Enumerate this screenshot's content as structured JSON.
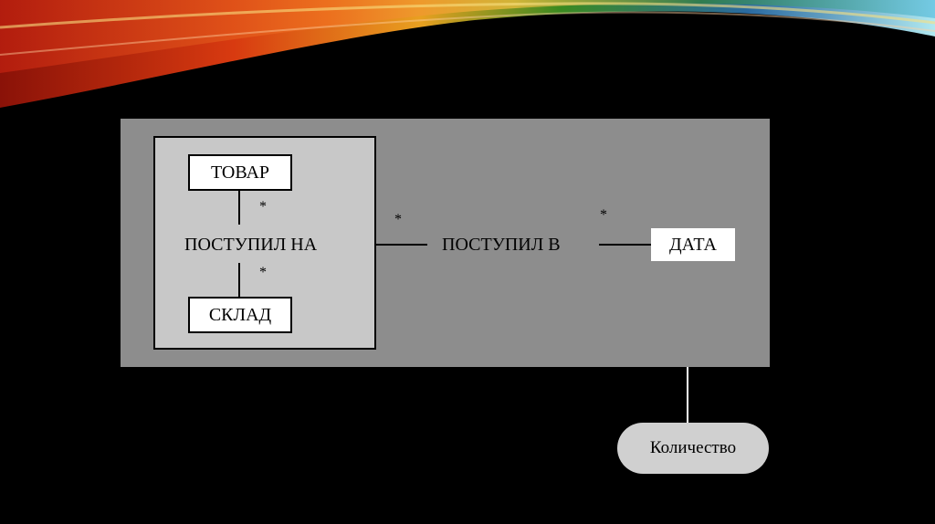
{
  "diagram": {
    "entities": {
      "tovar": "ТОВАР",
      "sklad": "СКЛАД",
      "data": "ДАТА"
    },
    "relationships": {
      "postupil_na": "ПОСТУПИЛ НА",
      "postupil_v": "ПОСТУПИЛ В"
    },
    "cardinality": [
      "*",
      "*",
      "*",
      "*"
    ],
    "attribute": "Количество"
  },
  "colors": {
    "background": "#000000",
    "outer_box": "#8d8d8d",
    "inner_box": "#c8c8c8",
    "entity_fill": "#ffffff",
    "attribute_fill": "#d0d0d0"
  }
}
